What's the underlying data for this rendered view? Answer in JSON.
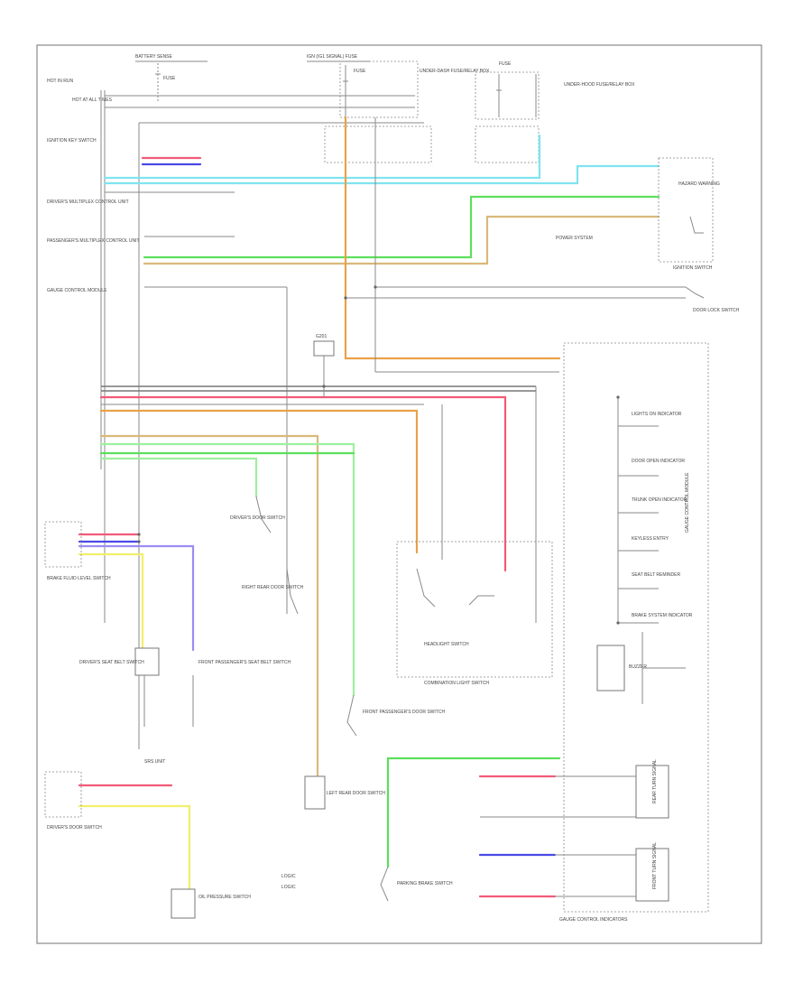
{
  "diagram": {
    "page_code": "",
    "labels": {
      "top1": "BATTERY SENSE",
      "top2": "IGN (IG1 SIGNAL) FUSE",
      "fuse_a": "FUSE",
      "fuse_b": "FUSE",
      "fuse_c": "FUSE",
      "pwr_dist": "UNDER-DASH FUSE/RELAY BOX",
      "hot_run": "HOT IN RUN",
      "hot_at_all": "HOT AT ALL TIMES",
      "gauge_assy": "GAUGE CONTROL MODULE",
      "ign_switch": "IGNITION SWITCH",
      "door_lock": "DOOR LOCK SWITCH",
      "combination_switch": "COMBINATION LIGHT SWITCH",
      "headlight_switch": "HEADLIGHT SWITCH",
      "door_switch_assy": "DRIVER'S DOOR SWITCH",
      "passenger_door": "FRONT PASSENGER'S DOOR SWITCH",
      "rear_door_l": "LEFT REAR DOOR SWITCH",
      "rear_door_r": "RIGHT REAR DOOR SWITCH",
      "driver_door": "DRIVER'S DOOR SWITCH",
      "oil_pressure": "OIL PRESSURE SWITCH",
      "seat_belt_l": "DRIVER'S SEAT BELT SWITCH",
      "seat_belt_r": "FRONT PASSENGER'S SEAT BELT SWITCH",
      "srs_unit": "SRS UNIT",
      "brake_fluid": "BRAKE FLUID LEVEL SWITCH",
      "parking_brake": "PARKING BRAKE SWITCH",
      "lights_on": "LIGHTS ON INDICATOR",
      "door_open": "DOOR OPEN INDICATOR",
      "trunk_open": "TRUNK OPEN INDICATOR",
      "keyless": "KEYLESS ENTRY",
      "seat_belt_ind": "SEAT BELT REMINDER",
      "brake_ind": "BRAKE SYSTEM INDICATOR",
      "gauge_ctrl": "GAUGE CONTROL MODULE",
      "buzzer": "BUZZER",
      "legend_1": "LOGIC",
      "legend_2": "LOGIC",
      "relay_control": "GAUGE CONTROL INDICATORS",
      "lamp_rear": "REAR TURN SIGNAL",
      "lamp_front": "FRONT TURN SIGNAL",
      "pwr_sys": "POWER SYSTEM",
      "under_hood": "UNDER-HOOD FUSE/RELAY BOX",
      "hazard": "HAZARD WARNING",
      "key_switch": "IGNITION KEY SWITCH",
      "driver_multi": "DRIVER'S MULTIPLEX CONTROL UNIT",
      "pass_multi": "PASSENGER'S MULTIPLEX CONTROL UNIT",
      "ground": "G201"
    },
    "wire_colors": {
      "pink": "#f25a78",
      "blue": "#4a4ae6",
      "cyan": "#7fe3f0",
      "green": "#5ce05c",
      "orange": "#e8a24a",
      "tan": "#d9b97a",
      "yellow": "#f0ef6a",
      "violet": "#9b8df0",
      "light_green": "#9ef09e",
      "gray": "#8a8a8a",
      "lavender": "#b8a8f0"
    }
  }
}
